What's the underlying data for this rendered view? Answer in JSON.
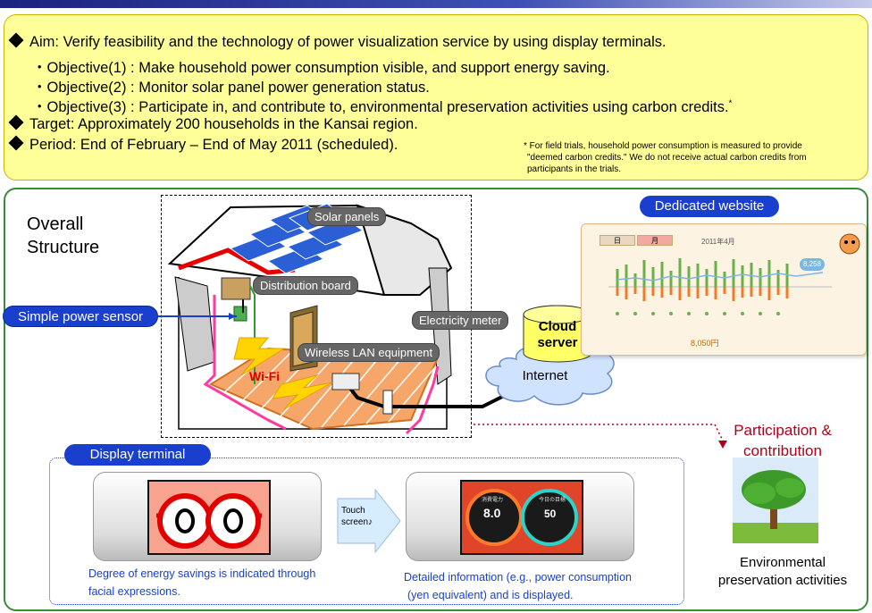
{
  "aim": {
    "aim_line": "Aim:  Verify feasibility and the technology of power visualization service by using display terminals.",
    "objective1": "・Objective(1) : Make household power consumption visible, and support energy saving.",
    "objective2": "・Objective(2) : Monitor solar panel power generation status.",
    "objective3": "・Objective(3) : Participate in, and contribute to, environmental preservation activities using carbon credits.",
    "objective3_mark": "*",
    "target": "Target:  Approximately 200 households in the Kansai region.",
    "period": "Period:  End of February – End of May 2011 (scheduled).",
    "note_line1": "* For field trials, household power consumption is measured to provide",
    "note_line2": "\"deemed carbon credits.\"  We do not receive actual carbon credits from",
    "note_line3": "participants in the trials."
  },
  "structure": {
    "title_line1": "Overall",
    "title_line2": "Structure",
    "solar_panels": "Solar panels",
    "distribution_board": "Distribution board",
    "simple_power_sensor": "Simple power sensor",
    "electricity_meter": "Electricity meter",
    "wireless_lan": "Wireless LAN equipment",
    "wifi": "Wi-Fi",
    "cloud_server_line1": "Cloud",
    "cloud_server_line2": "server",
    "internet": "Internet",
    "dedicated_website": "Dedicated website",
    "participation_line1": "Participation &",
    "participation_line2": "contribution",
    "env_line1": "Environmental",
    "env_line2": "preservation activities"
  },
  "website": {
    "month_label": "2011年4月",
    "tab1": "日",
    "tab2": "月",
    "badge": "8,258",
    "footer_value": "8,050円"
  },
  "display": {
    "title": "Display terminal",
    "touch_line1": "Touch",
    "touch_line2": "screen♪",
    "caption1_line1": "Degree of energy savings is indicated through",
    "caption1_line2": "facial expressions.",
    "caption2_line1": "Detailed information (e.g., power consumption",
    "caption2_line2": "(yen equivalent) and is displayed.",
    "gauge_left_value": "8.0",
    "gauge_left_top": "消費電力",
    "gauge_right_value": "50",
    "gauge_right_top": "今日の目標"
  },
  "colors": {
    "accent_blue": "#1a3fcf",
    "box_yellow": "#ffff99",
    "frame_green": "#3a8a3a",
    "participation_red": "#b0001a"
  }
}
